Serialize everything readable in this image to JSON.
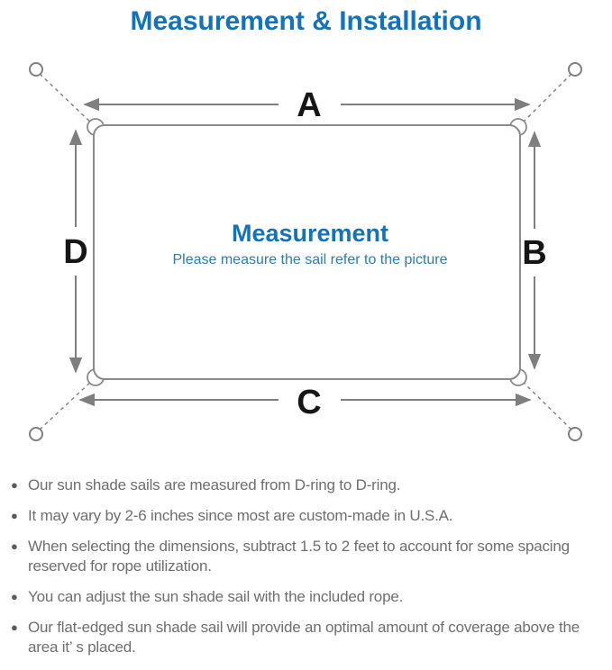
{
  "title": "Measurement & Installation",
  "colors": {
    "title_blue": "#1273b8",
    "subtitle_blue": "#2e7cb2",
    "line_gray": "#7f7f7f",
    "label_black": "#161616",
    "text_gray": "#6e6e6e",
    "bullet_gray": "#5a5a5a",
    "background": "#ffffff"
  },
  "diagram": {
    "center_title": "Measurement",
    "center_subtitle": "Please measure the sail refer to the picture",
    "labels": {
      "top": "A",
      "right": "B",
      "bottom": "C",
      "left": "D"
    }
  },
  "list": {
    "bullet_glyph": "●",
    "items": [
      "Our sun shade sails are measured from D-ring to D-ring.",
      "It may vary by 2-6 inches since most are custom-made in U.S.A.",
      "When selecting the dimensions, subtract 1.5 to 2 feet to account for some spacing reserved for rope utilization.",
      "You can adjust the sun shade sail with the included rope.",
      "Our flat-edged sun shade sail will provide an optimal amount of coverage above the area it’ s placed."
    ]
  }
}
